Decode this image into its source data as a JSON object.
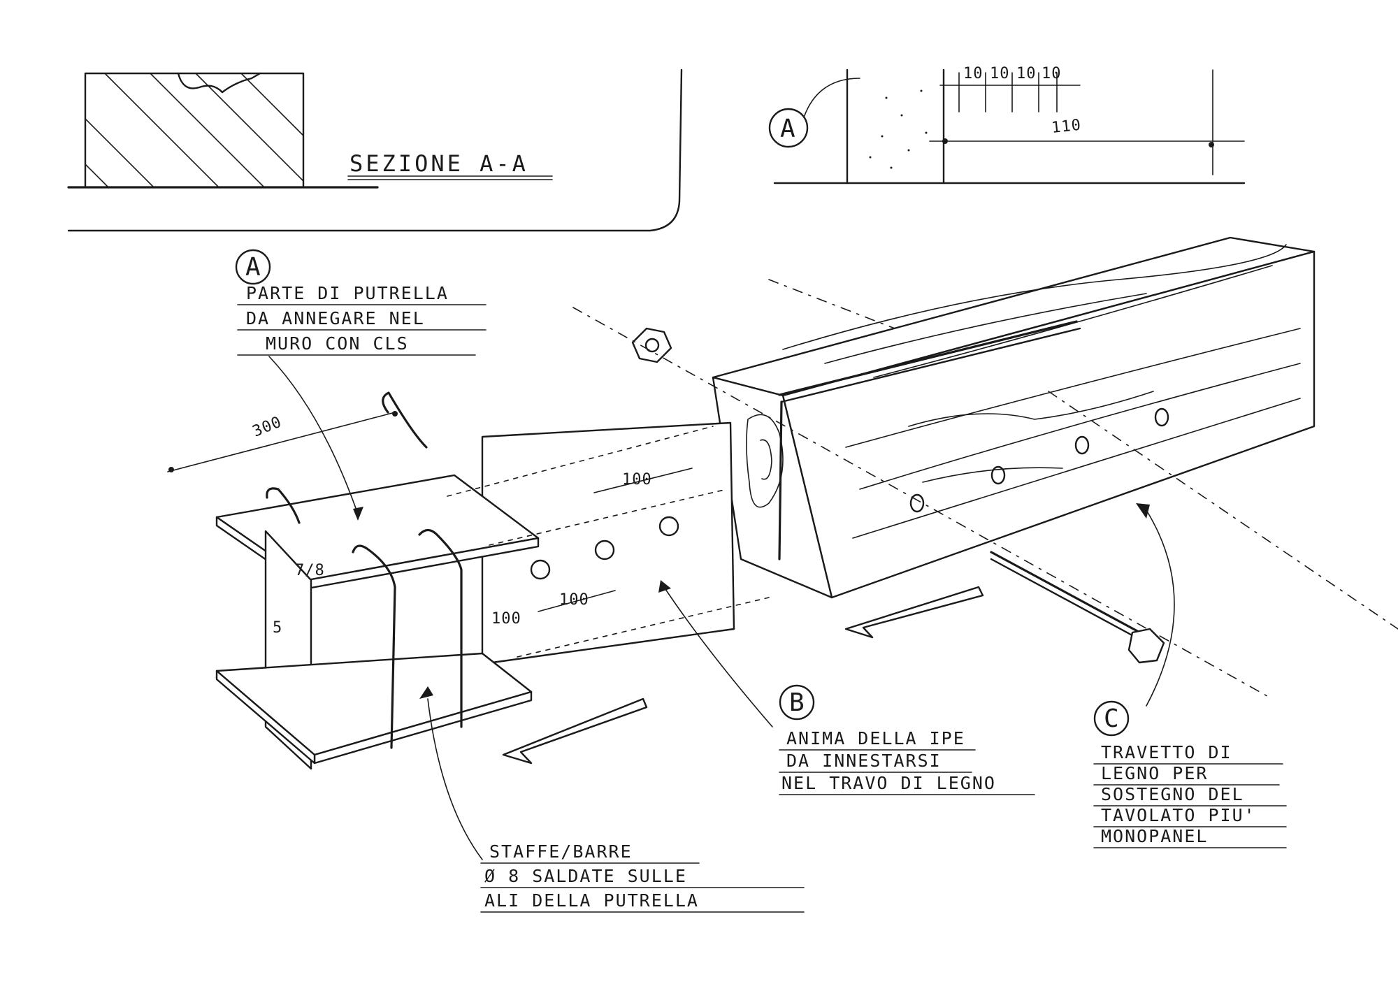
{
  "section_view": {
    "title": "SEZIONE A-A"
  },
  "plan_view": {
    "marker": "A",
    "dimensions": [
      "10",
      "10",
      "10",
      "10"
    ],
    "span_dimension": "110"
  },
  "callouts": [
    {
      "id": "A",
      "lines": [
        "PARTE DI PUTRELLA",
        "DA ANNEGARE NEL",
        "MURO CON CLS"
      ]
    },
    {
      "id": "B",
      "lines": [
        "ANIMA DELLA IPE",
        "DA INNESTARSI",
        "NEL TRAVO DI LEGNO"
      ]
    },
    {
      "id": "C",
      "lines": [
        "TRAVETTO DI",
        "LEGNO PER",
        "SOSTEGNO DEL",
        "TAVOLATO PIU'",
        "MONOPANEL"
      ]
    }
  ],
  "stirrup_note": {
    "lines": [
      "STAFFE/BARRE",
      "Ø 8 SALDATE SULLE",
      "ALI DELLA PUTRELLA"
    ]
  },
  "dimensions": {
    "beam_length": "300",
    "flange_thickness": "7/8",
    "web_thickness": "5",
    "hole_spacing_top": "100",
    "hole_spacing_bottom": "100",
    "hole_edge_distance": "100"
  },
  "colors": {
    "ink": "#1a1a1a",
    "paper": "#ffffff"
  }
}
